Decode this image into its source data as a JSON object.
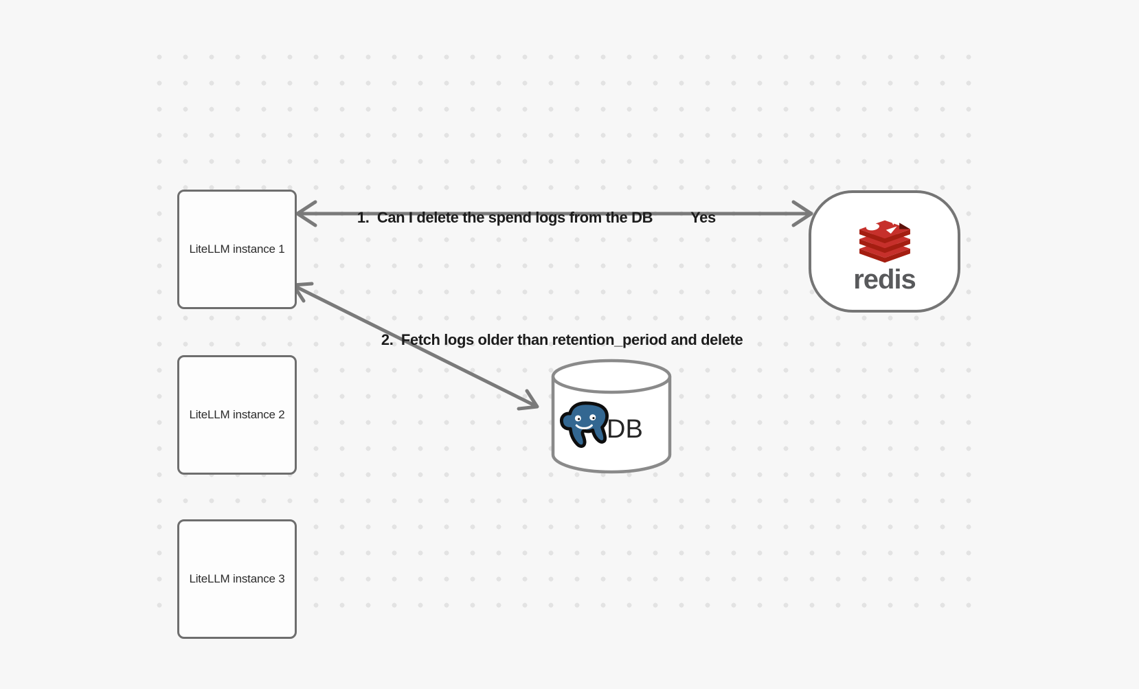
{
  "canvas": {
    "background_color": "#f7f7f7",
    "dot_color": "#e3e3e3"
  },
  "nodes": {
    "instance1": {
      "label": "LiteLLM instance 1"
    },
    "instance2": {
      "label": "LiteLLM instance 2"
    },
    "instance3": {
      "label": "LiteLLM instance 3"
    },
    "redis": {
      "wordmark": "redis",
      "logo": "redis-stack-logo",
      "brand_red": "#C6302B",
      "brand_red_dark": "#A41E11",
      "wordmark_color": "#58595B"
    },
    "db": {
      "label": "DB",
      "logo": "postgresql-elephant",
      "elephant_blue": "#336791"
    }
  },
  "edges": [
    {
      "label": "1.  Can I delete the spend logs from the DB",
      "reply": "Yes",
      "from": "LiteLLM instance 1",
      "to": "redis",
      "style": "bidirectional-arrow"
    },
    {
      "label": "2.  Fetch logs older than retention_period and delete",
      "from": "LiteLLM instance 1",
      "to": "DB",
      "style": "bidirectional-arrow"
    }
  ],
  "arrow_color": "#7a7a7a",
  "box_border_color": "#6e6e6e"
}
